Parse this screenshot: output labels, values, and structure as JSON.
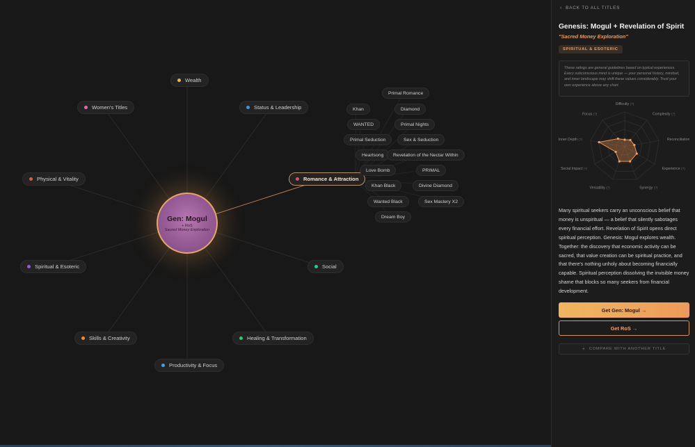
{
  "center": {
    "title": "Gen: Mogul",
    "subtitle": "+ RoS",
    "tagline": "Sacred Money Exploration"
  },
  "categories": [
    {
      "id": "wealth",
      "label": "Wealth",
      "color": "#f0b04a"
    },
    {
      "id": "womens",
      "label": "Women's Titles",
      "color": "#e06aa8"
    },
    {
      "id": "status",
      "label": "Status & Leadership",
      "color": "#4a90e2"
    },
    {
      "id": "physical",
      "label": "Physical & Vitality",
      "color": "#e8553e"
    },
    {
      "id": "romance",
      "label": "Romance & Attraction",
      "color": "#e04d6b"
    },
    {
      "id": "spiritual",
      "label": "Spiritual & Esoteric",
      "color": "#9b59d0"
    },
    {
      "id": "social",
      "label": "Social",
      "color": "#2ec4a0"
    },
    {
      "id": "skills",
      "label": "Skills & Creativity",
      "color": "#f08a3a"
    },
    {
      "id": "healing",
      "label": "Healing & Transformation",
      "color": "#3ac46a"
    },
    {
      "id": "productivity",
      "label": "Productivity & Focus",
      "color": "#3aa8e0"
    }
  ],
  "romance_titles": [
    "Primal Romance",
    "Khan",
    "Diamond",
    "WANTED",
    "Primal Nights",
    "Primal Seduction",
    "Sex & Seduction",
    "Heartsong",
    "Revelation of the Nectar Within",
    "Love Bomb",
    "PRIMAL",
    "Khan Black",
    "Divine Diamond",
    "Wanted Black",
    "Sex Mastery X2",
    "Dream Boy"
  ],
  "panel": {
    "back_label": "BACK TO ALL TITLES",
    "title": "Genesis: Mogul + Revelation of Spirit",
    "subtitle": "\"Sacred Money Exploration\"",
    "badge": "SPIRITUAL & ESOTERIC",
    "note": "These ratings are general guidelines based on typical experiences. Every subconscious mind is unique — your personal history, mindset, and inner landscape may shift these values considerably. Trust your own experience above any chart.",
    "radar_labels": [
      "Difficulty",
      "Complexity",
      "Reconciliation",
      "Experience",
      "Synergy",
      "Versatility",
      "Social Impact",
      "Inner Depth",
      "Focus"
    ],
    "radar_values": [
      0.2,
      0.25,
      0.28,
      0.4,
      0.45,
      0.45,
      0.3,
      0.75,
      0.3
    ],
    "help_glyph": "?",
    "description": "Many spiritual seekers carry an unconscious belief that money is unspiritual — a belief that silently sabotages every financial effort. Revelation of Spirit opens direct spiritual perception. Genesis: Mogul explores wealth. Together: the discovery that economic activity can be sacred, that value creation can be spiritual practice, and that there's nothing unholy about becoming financially capable. Spiritual perception dissolving the invisible money shame that blocks so many seekers from financial development.",
    "primary_button": "Get Gen: Mogul →",
    "secondary_button": "Get RoS →",
    "compare_button": "COMPARE WITH ANOTHER TITLE"
  },
  "colors": {
    "accent": "#e99a5a",
    "background": "#181818"
  }
}
